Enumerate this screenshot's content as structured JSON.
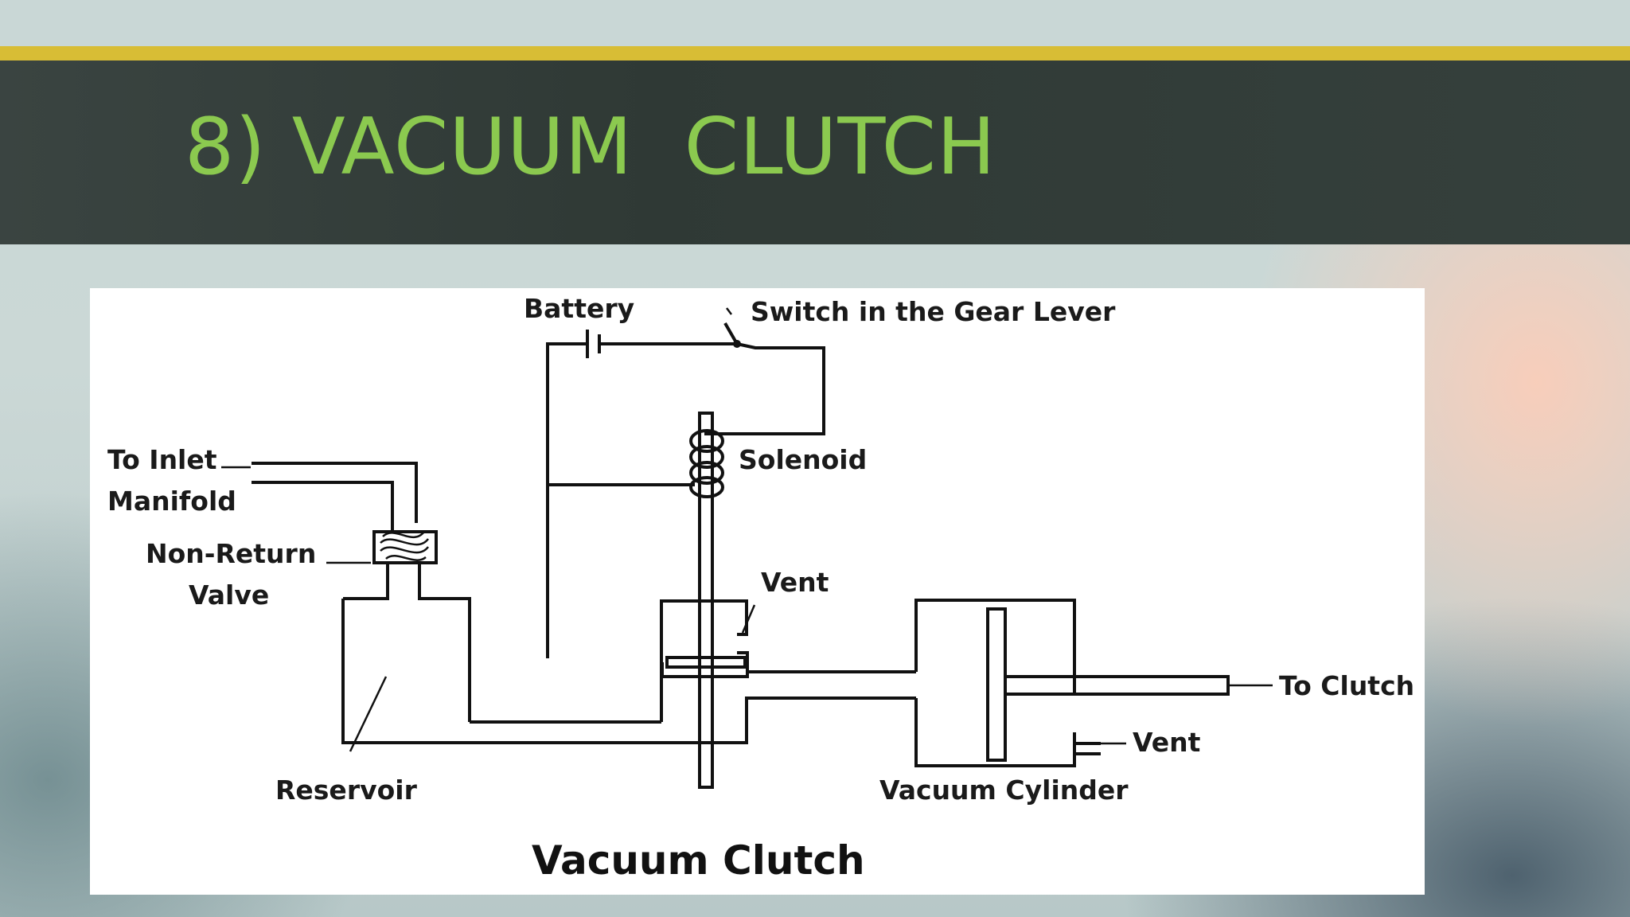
{
  "slide": {
    "title": "8) VACUUM  CLUTCH",
    "accent_color": "#d8bd35",
    "title_color": "#8bc94f",
    "title_bar_color": "#333d39"
  },
  "diagram": {
    "caption": "Vacuum Clutch",
    "labels": {
      "battery": "Battery",
      "switch": "Switch in the Gear Lever",
      "to_inlet": "To Inlet",
      "manifold": "Manifold",
      "solenoid": "Solenoid",
      "non_return": "Non-Return",
      "valve": "Valve",
      "vent_top": "Vent",
      "to_clutch": "To Clutch",
      "vent_bottom": "Vent",
      "reservoir": "Reservoir",
      "vacuum_cylinder": "Vacuum Cylinder"
    }
  }
}
